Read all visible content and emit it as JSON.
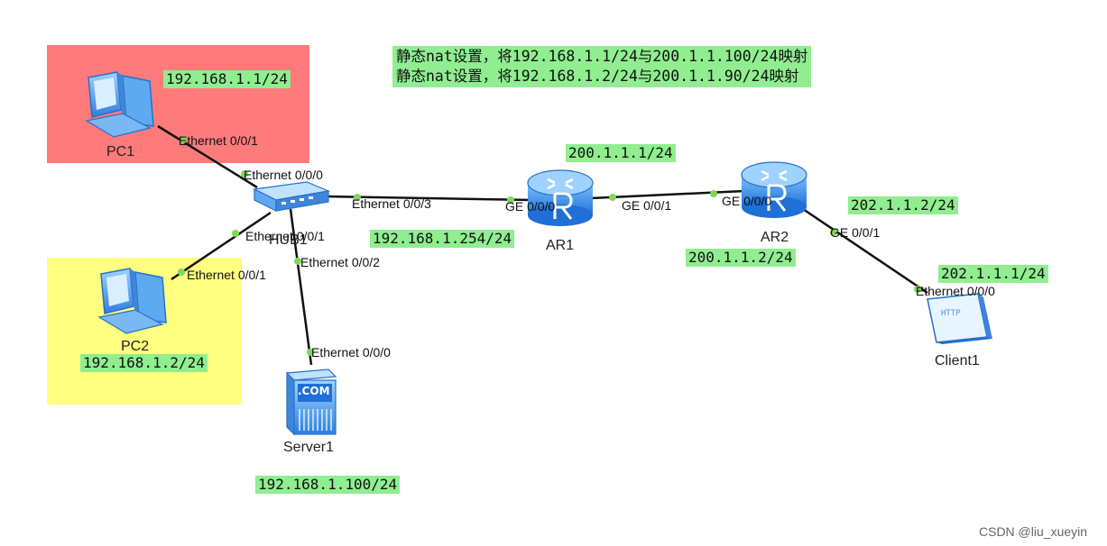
{
  "colors": {
    "pc1_zone": "#ff7b7b",
    "pc2_zone": "#ffff80",
    "label_bg": "#90ee90",
    "port_dot": "#7ed957",
    "link": "#111111",
    "device_blue": "#3b8fe8"
  },
  "note": {
    "line1": "静态nat设置，将192.168.1.1/24与200.1.1.100/24映射",
    "line2": "静态nat设置，将192.168.1.2/24与200.1.1.90/24映射"
  },
  "devices": {
    "pc1": {
      "name": "PC1",
      "icon": "pc-icon"
    },
    "pc2": {
      "name": "PC2",
      "icon": "pc-icon"
    },
    "hub": {
      "name": "HUB1",
      "icon": "hub-icon"
    },
    "server": {
      "name": "Server1",
      "icon": "server-icon",
      "badge": ".COM"
    },
    "ar1": {
      "name": "AR1",
      "icon": "router-icon"
    },
    "ar2": {
      "name": "AR2",
      "icon": "router-icon"
    },
    "client": {
      "name": "Client1",
      "icon": "http-client-icon",
      "badge": "HTTP"
    }
  },
  "ip_labels": {
    "pc1": "192.168.1.1/24",
    "pc2": "192.168.1.2/24",
    "server": "192.168.1.100/24",
    "ar1_inside": "192.168.1.254/24",
    "ar1_outside": "200.1.1.1/24",
    "ar2_inside": "200.1.1.2/24",
    "ar2_outside": "202.1.1.2/24",
    "client": "202.1.1.1/24"
  },
  "ports": {
    "pc1_eth": "Ethernet 0/0/1",
    "hub_eth0": "Ethernet 0/0/0",
    "hub_eth1": "Ethernet 0/0/1",
    "hub_eth2": "Ethernet 0/0/2",
    "hub_eth3": "Ethernet 0/0/3",
    "pc2_eth": "Ethernet 0/0/1",
    "server_eth": "Ethernet 0/0/0",
    "ar1_ge0": "GE 0/0/0",
    "ar1_ge1": "GE 0/0/1",
    "ar2_ge0": "GE 0/0/0",
    "ar2_ge1": "GE 0/0/1",
    "client_eth": "Ethernet 0/0/0"
  },
  "watermark": "CSDN @liu_xueyin"
}
